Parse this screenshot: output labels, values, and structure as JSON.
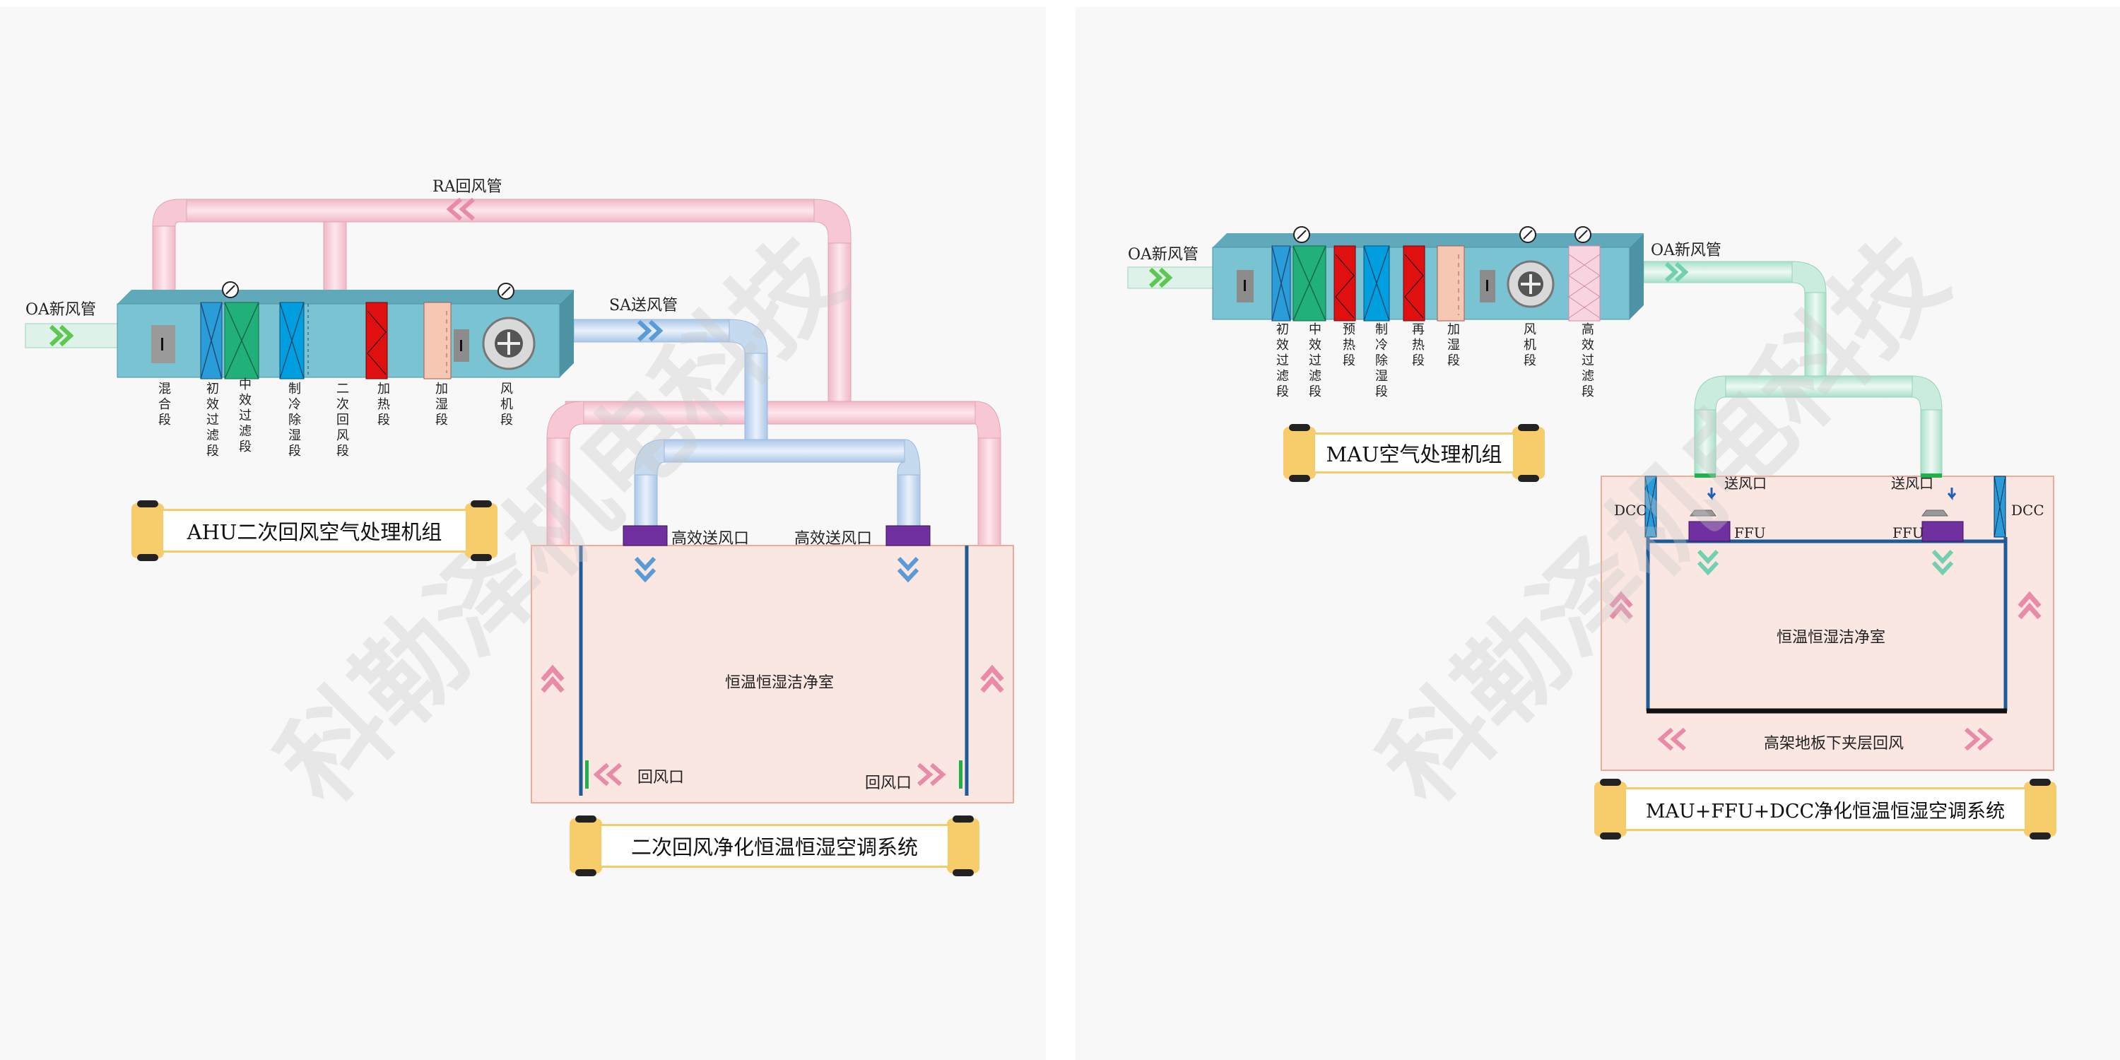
{
  "left": {
    "oa_label": "OA新风管",
    "ra_label": "RA回风管",
    "sa_label": "SA送风管",
    "sections": [
      "混合段",
      "初效过滤段",
      "中效过滤段",
      "制冷除湿段",
      "二次回风段",
      "加热段",
      "加湿段",
      "风机段"
    ],
    "ahu_title": "AHU二次回风空气处理机组",
    "outlet_label_1": "高效送风口",
    "outlet_label_2": "高效送风口",
    "room_label": "恒温恒湿洁净室",
    "return_label_1": "回风口",
    "return_label_2": "回风口",
    "system_title": "二次回风净化恒温恒湿空调系统"
  },
  "right": {
    "oa_in_label": "OA新风管",
    "oa_out_label": "OA新风管",
    "sections": [
      "初效过滤段",
      "中效过滤段",
      "预热段",
      "制冷除湿段",
      "再热段",
      "加湿段",
      "风机段",
      "高效过滤段"
    ],
    "mau_title": "MAU空气处理机组",
    "supply_label_1": "送风口",
    "supply_label_2": "送风口",
    "dcc_label_1": "DCC",
    "dcc_label_2": "DCC",
    "ffu_label_1": "FFU",
    "ffu_label_2": "FFU",
    "room_label": "恒温恒湿洁净室",
    "floor_label": "高架地板下夹层回风",
    "system_title": "MAU+FFU+DCC净化恒温恒湿空调系统"
  },
  "watermark": {
    "text_left": "科勒泽机电科技",
    "text_right": "科勒泽机电科技"
  },
  "colors": {
    "ahu_body": "#79c3d3",
    "duct_pink": "#f6d5dc",
    "duct_blue": "#d8e8f6",
    "duct_green": "#dff2ea",
    "room_fill": "#fbe7e2",
    "room_border": "#f1a999",
    "outlet_purple": "#7030a0",
    "filter_blue": "#00a0e0",
    "filter_green": "#22b07a",
    "heater_red": "#e01010",
    "humidifier": "#f6c8b4",
    "hepa_pink": "#f8d4e0",
    "scroll_gold": "#f7cc6b",
    "arrow_green": "#5cc850",
    "arrow_blue": "#5a9bd5",
    "arrow_pink": "#e88aa8",
    "arrow_teal": "#70d0b0"
  }
}
